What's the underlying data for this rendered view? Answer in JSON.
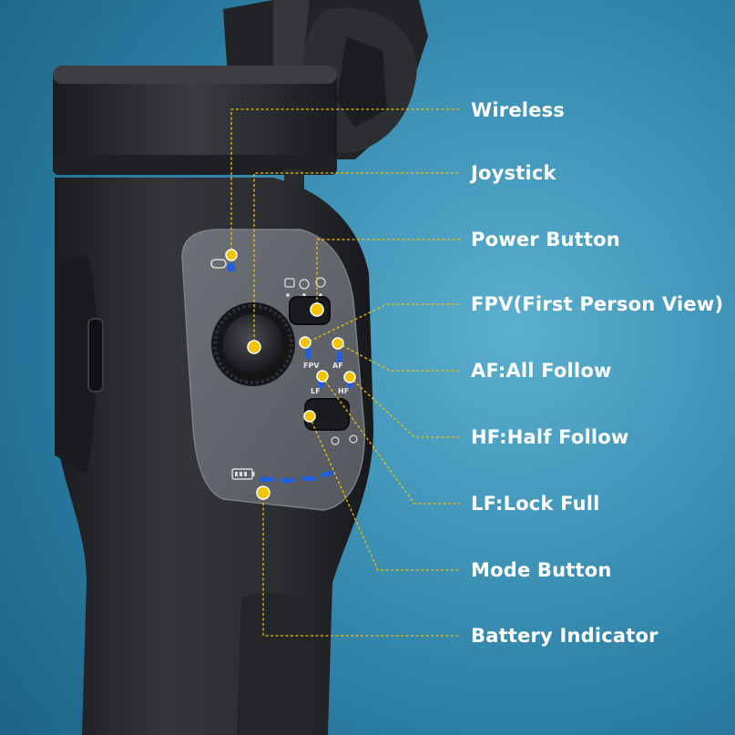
{
  "labels": {
    "wireless": "Wireless",
    "joystick": "Joystick",
    "power_button": "Power Button",
    "fpv": "FPV(First Person View)",
    "af": "AF:All Follow",
    "hf": "HF:Half Follow",
    "lf": "LF:Lock Full",
    "mode_button": "Mode Button",
    "battery_indicator": "Battery Indicator"
  },
  "panel_marks": {
    "fpv": "FPV",
    "af": "AF",
    "lf": "LF",
    "hf": "HF"
  },
  "colors": {
    "background": "#3e93b7",
    "callout_dot": "#f5c400",
    "leader_line": "#f2c200",
    "led_blue": "#1f5fe0",
    "body": "#2b2d31",
    "panel": "#63686e",
    "label_text": "#ffffff"
  },
  "icons": [
    "wireless-icon",
    "battery-icon",
    "camera-mode-icon",
    "photo-icon",
    "settings-icon"
  ]
}
